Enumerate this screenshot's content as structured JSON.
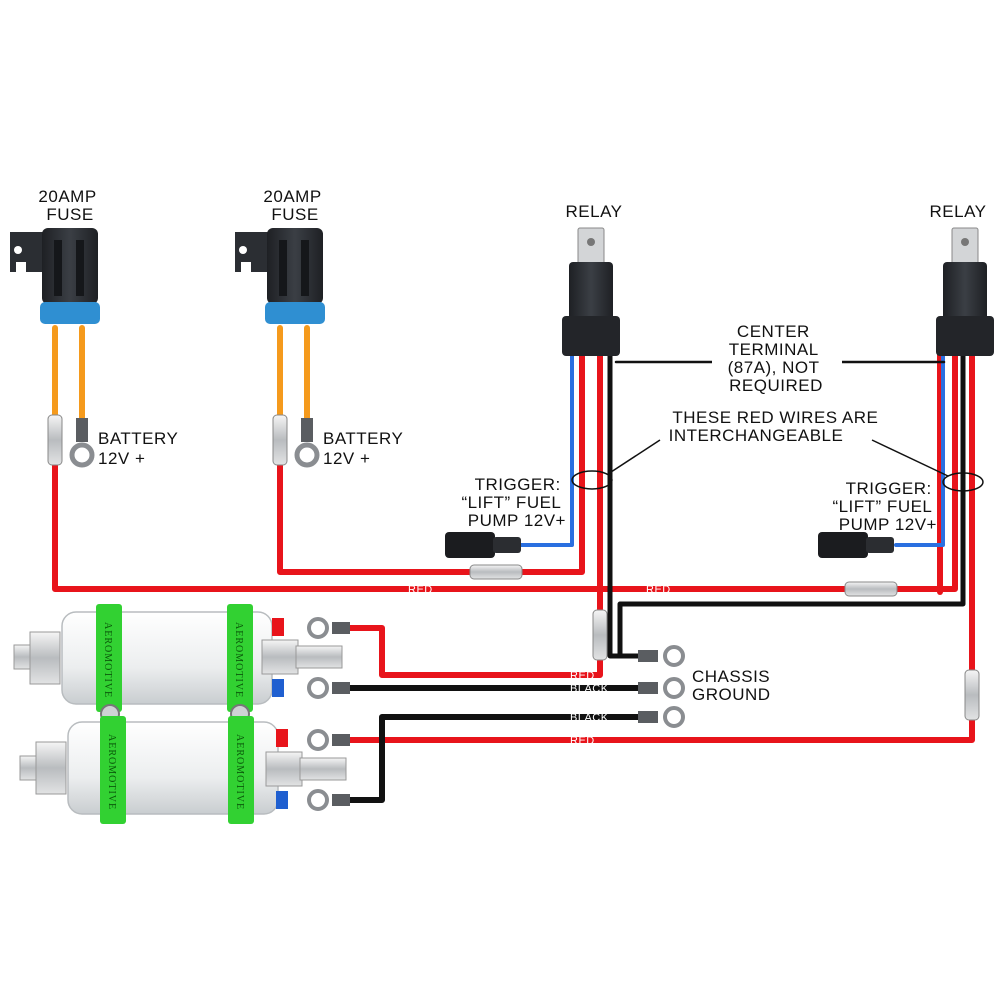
{
  "labels": {
    "fuse_1": [
      "20AMP",
      "FUSE"
    ],
    "fuse_2": [
      "20AMP",
      "FUSE"
    ],
    "relay_1": "RELAY",
    "relay_2": "RELAY",
    "battery_1": [
      "BATTERY",
      "12V +"
    ],
    "battery_2": [
      "BATTERY",
      "12V +"
    ],
    "center_terminal_note": [
      "CENTER",
      "TERMINAL",
      "(87A), NOT",
      "REQUIRED"
    ],
    "interchangeable_note": [
      "THESE RED WIRES ARE",
      "INTERCHANGEABLE"
    ],
    "trigger_1": [
      "TRIGGER:",
      "“LIFT” FUEL",
      "PUMP 12V+"
    ],
    "trigger_2": [
      "TRIGGER:",
      "“LIFT” FUEL",
      "PUMP 12V+"
    ],
    "chassis_ground": [
      "CHASSIS",
      "GROUND"
    ],
    "pump_brand": "AEROMOTIVE"
  },
  "wire_tags": {
    "red_main_left": "RED",
    "red_main_right": "RED",
    "red_pump_1": "RED",
    "black_pump_1": "BLACK",
    "black_pump_2": "BLACK",
    "red_pump_2": "RED"
  },
  "colors": {
    "red_wire": "#e8141b",
    "black_wire": "#111111",
    "blue_wire": "#2a6fe0",
    "orange_wire": "#f59a1c",
    "fuse_body": "#2b2e33",
    "fuse_cap": "#2f8fd2",
    "pump_band": "#32d132",
    "pump_body": "#f1f3f4"
  }
}
